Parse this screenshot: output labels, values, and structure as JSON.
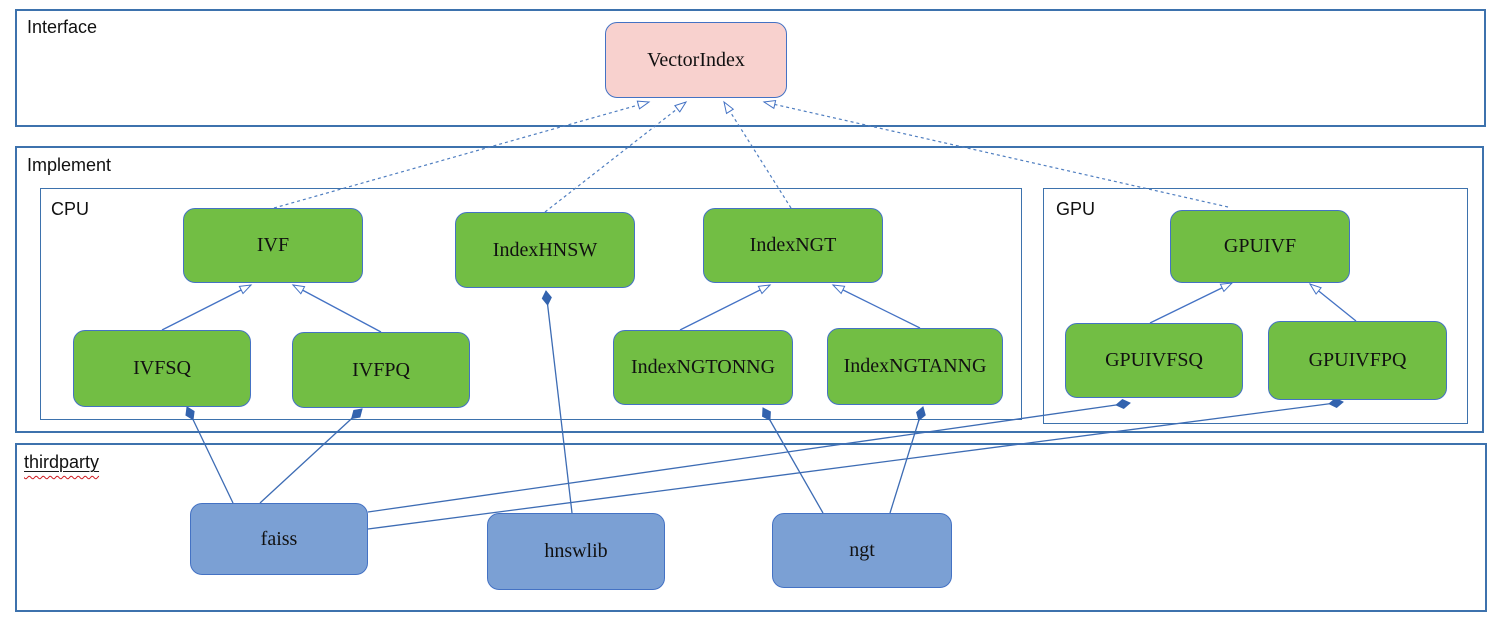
{
  "containers": {
    "interface": "Interface",
    "implement": "Implement",
    "cpu": "CPU",
    "gpu": "GPU",
    "thirdparty": "thirdparty"
  },
  "nodes": {
    "vectorindex": "VectorIndex",
    "ivf": "IVF",
    "indexhnsw": "IndexHNSW",
    "indexngt": "IndexNGT",
    "gpuivf": "GPUIVF",
    "ivfsq": "IVFSQ",
    "ivfpq": "IVFPQ",
    "indexngtonng": "IndexNGTONNG",
    "indexngtanng": "IndexNGTANNG",
    "gpuivfsq": "GPUIVFSQ",
    "gpuivfpq": "GPUIVFPQ",
    "faiss": "faiss",
    "hnswlib": "hnswlib",
    "ngt": "ngt"
  },
  "edges": [
    {
      "from": "IVF",
      "to": "VectorIndex",
      "type": "realization",
      "line": "dashed-open-arrow"
    },
    {
      "from": "IndexHNSW",
      "to": "VectorIndex",
      "type": "realization",
      "line": "dashed-open-arrow"
    },
    {
      "from": "IndexNGT",
      "to": "VectorIndex",
      "type": "realization",
      "line": "dashed-open-arrow"
    },
    {
      "from": "GPUIVF",
      "to": "VectorIndex",
      "type": "realization",
      "line": "dashed-open-arrow"
    },
    {
      "from": "IVFSQ",
      "to": "IVF",
      "type": "generalization",
      "line": "solid-open-arrow"
    },
    {
      "from": "IVFPQ",
      "to": "IVF",
      "type": "generalization",
      "line": "solid-open-arrow"
    },
    {
      "from": "IndexNGTONNG",
      "to": "IndexNGT",
      "type": "generalization",
      "line": "solid-open-arrow"
    },
    {
      "from": "IndexNGTANNG",
      "to": "IndexNGT",
      "type": "generalization",
      "line": "solid-open-arrow"
    },
    {
      "from": "GPUIVFSQ",
      "to": "GPUIVF",
      "type": "generalization",
      "line": "solid-open-arrow"
    },
    {
      "from": "GPUIVFPQ",
      "to": "GPUIVF",
      "type": "generalization",
      "line": "solid-open-arrow"
    },
    {
      "from": "faiss",
      "to": "IVFSQ",
      "type": "composition",
      "line": "solid-filled-diamond"
    },
    {
      "from": "faiss",
      "to": "IVFPQ",
      "type": "composition",
      "line": "solid-filled-diamond"
    },
    {
      "from": "faiss",
      "to": "GPUIVFSQ",
      "type": "composition",
      "line": "solid-filled-diamond"
    },
    {
      "from": "faiss",
      "to": "GPUIVFPQ",
      "type": "composition",
      "line": "solid-filled-diamond"
    },
    {
      "from": "hnswlib",
      "to": "IndexHNSW",
      "type": "composition",
      "line": "solid-filled-diamond"
    },
    {
      "from": "ngt",
      "to": "IndexNGTONNG",
      "type": "composition",
      "line": "solid-filled-diamond"
    },
    {
      "from": "ngt",
      "to": "IndexNGTANNG",
      "type": "composition",
      "line": "solid-filled-diamond"
    }
  ],
  "colors": {
    "node_green": "#72be44",
    "node_blue": "#7ba0d4",
    "node_pink": "#f8d1ce",
    "node_border": "#4472c4",
    "container_border": "#3d72ad",
    "connector_blue": "#4472c4",
    "diamond_fill": "#3363ae",
    "spellcheck_red": "#ce181e",
    "text": "#111111"
  }
}
